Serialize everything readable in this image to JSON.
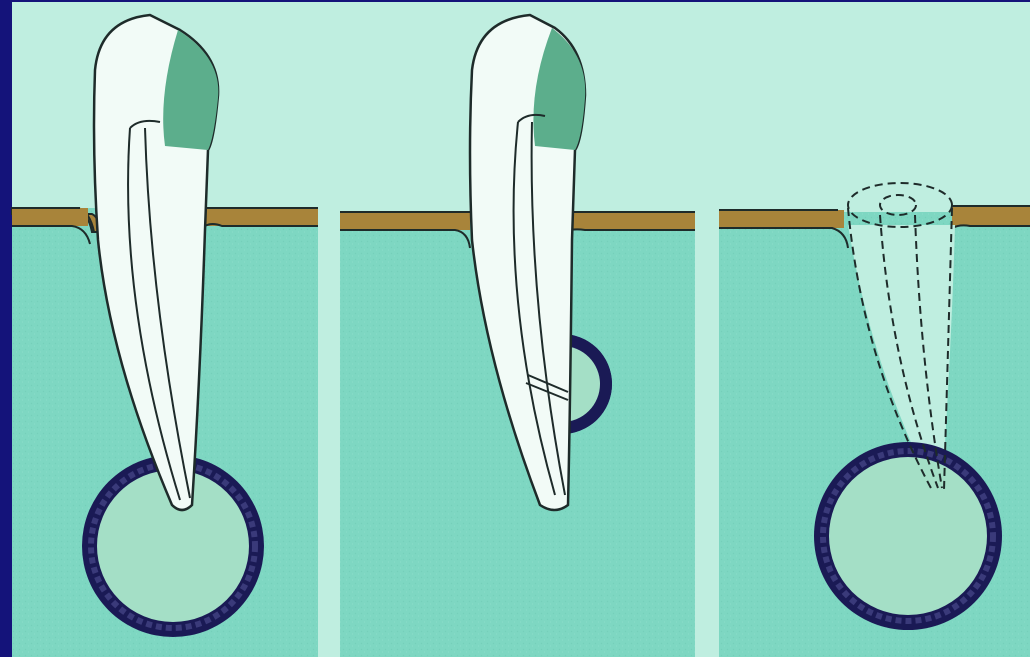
{
  "figure": {
    "panels": [
      {
        "id": "panel-1",
        "root_state": "intact",
        "lesion": "periapical-cyst"
      },
      {
        "id": "panel-2",
        "root_state": "lateral-canal",
        "lesion": "lateral-periodontal-cyst"
      },
      {
        "id": "panel-3",
        "root_state": "extracted-outline-dashed",
        "lesion": "residual-cyst"
      }
    ]
  },
  "colors": {
    "frame": "#14137a",
    "paper": "#bfeee0",
    "tissue": "#7ed7c2",
    "gingiva": "#a8843a",
    "crown": "#5cae8c",
    "cyst_wall": "#1a1a55",
    "cyst_lumen": "#a4dfc6",
    "tooth": "#f2fbf7",
    "outline": "#1e2b2a"
  }
}
